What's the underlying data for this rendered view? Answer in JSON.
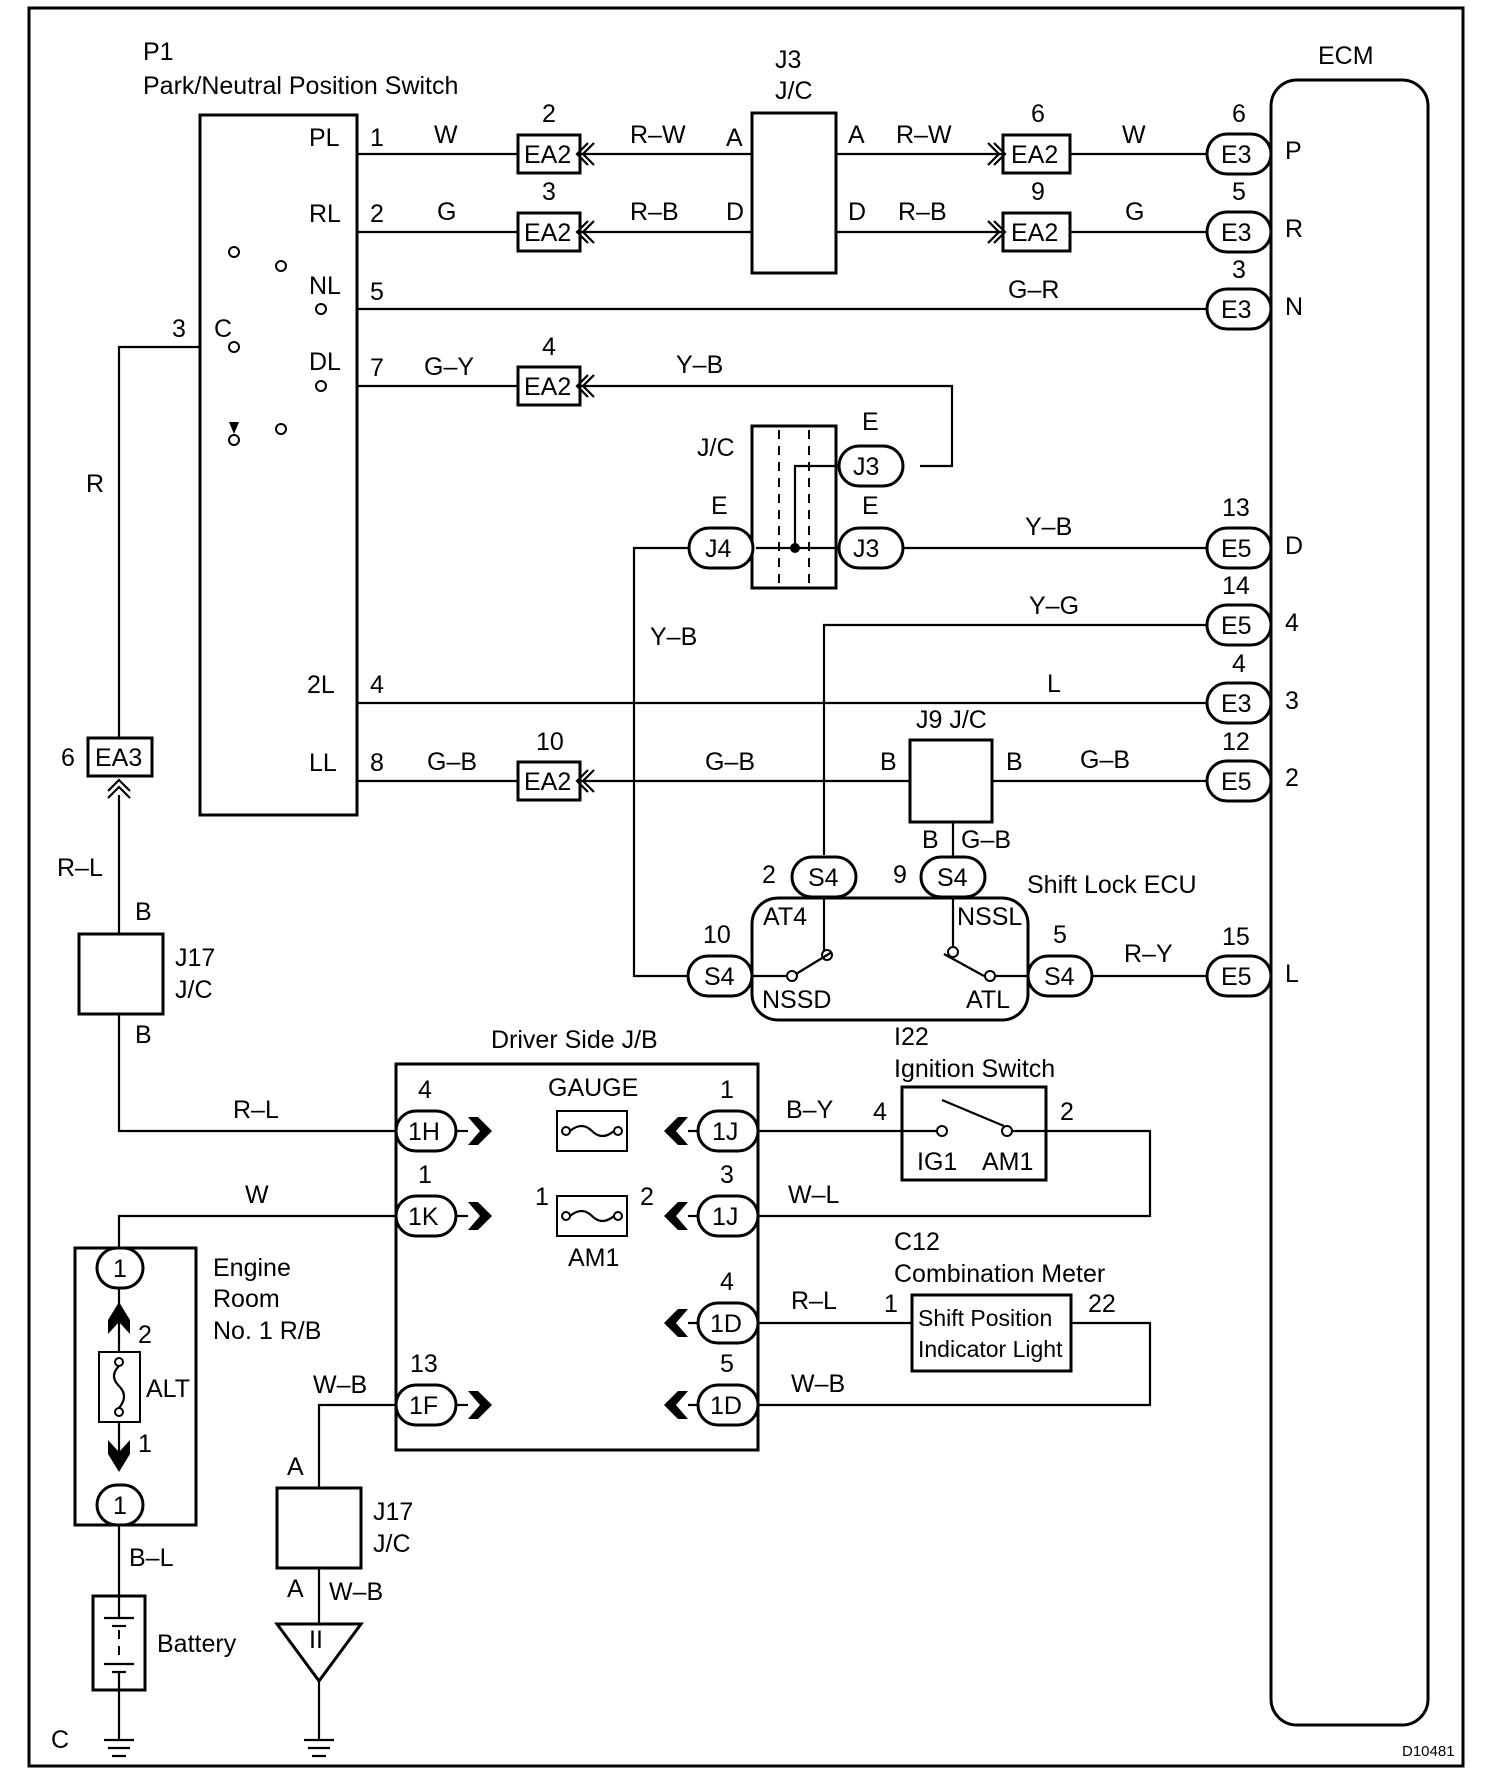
{
  "components": {
    "pnp_switch": {
      "code": "P1",
      "name": "Park/Neutral Position Switch"
    },
    "ecm": {
      "name": "ECM"
    },
    "j3_jc": {
      "code": "J3",
      "name": "J/C"
    },
    "jc_mid": {
      "name": "J/C"
    },
    "j9_jc": {
      "name": "J9 J/C"
    },
    "j17_upper": {
      "code": "J17",
      "name": "J/C"
    },
    "j17_lower": {
      "code": "J17",
      "name": "J/C"
    },
    "shift_lock_ecu": {
      "name": "Shift Lock ECU"
    },
    "driver_jb": {
      "name": "Driver Side J/B"
    },
    "ignition_switch": {
      "code": "I22",
      "name": "Ignition Switch",
      "ig1": "IG1",
      "am1": "AM1"
    },
    "combination_meter": {
      "code": "C12",
      "name": "Combination Meter",
      "line1": "Shift Position",
      "line2": "Indicator Light"
    },
    "engine_room_rb": {
      "line1": "Engine",
      "line2": "Room",
      "line3": "No. 1 R/B"
    },
    "battery": {
      "name": "Battery"
    },
    "fuse_gauge": {
      "name": "GAUGE"
    },
    "fuse_am1": {
      "name": "AM1"
    },
    "fuse_alt": {
      "name": "ALT"
    },
    "ground_symbol": {
      "name": "II"
    },
    "corner_c": "C",
    "diagram_id": "D10481"
  },
  "switch_pins": {
    "pl": {
      "label": "PL",
      "pin": "1"
    },
    "rl": {
      "label": "RL",
      "pin": "2"
    },
    "nl": {
      "label": "NL",
      "pin": "5"
    },
    "c": {
      "label": "C",
      "pin": "3"
    },
    "dl": {
      "label": "DL",
      "pin": "7"
    },
    "l2": {
      "label": "2L",
      "pin": "4"
    },
    "ll": {
      "label": "LL",
      "pin": "8"
    }
  },
  "wire_colors": {
    "pl_w": "W",
    "pl_rw": "R–W",
    "pl_rw2": "R–W",
    "pl_w2": "W",
    "rl_g": "G",
    "rl_rb": "R–B",
    "rl_rb2": "R–B",
    "rl_g2": "G",
    "nl_gr": "G–R",
    "dl_gy": "G–Y",
    "dl_yb": "Y–B",
    "d_yb": "Y–B",
    "yb_vert": "Y–B",
    "yg": "Y–G",
    "l2_l": "L",
    "ll_gb": "G–B",
    "ll_gb2": "G–B",
    "ll_gb3": "G–B",
    "j9_gb": "G–B",
    "c_r": "R",
    "rl_up": "R–L",
    "ry": "R–Y",
    "jb_rl": "R–L",
    "jb_w": "W",
    "by": "B–Y",
    "wl": "W–L",
    "rl_meter": "R–L",
    "wb": "W–B",
    "wb2": "W–B",
    "wb3": "W–B",
    "bl": "B–L"
  },
  "connectors": {
    "ea2_pl": {
      "code": "EA2",
      "pin": "2"
    },
    "ea2_rl": {
      "code": "EA2",
      "pin": "3"
    },
    "ea2_dl": {
      "code": "EA2",
      "pin": "4"
    },
    "ea2_ll": {
      "code": "EA2",
      "pin": "10"
    },
    "ea2_p": {
      "code": "EA2",
      "pin": "6"
    },
    "ea2_r": {
      "code": "EA2",
      "pin": "9"
    },
    "ea3": {
      "code": "EA3",
      "pin": "6"
    },
    "e3_p": {
      "code": "E3",
      "pin": "6",
      "terminal": "P"
    },
    "e3_r": {
      "code": "E3",
      "pin": "5",
      "terminal": "R"
    },
    "e3_n": {
      "code": "E3",
      "pin": "3",
      "terminal": "N"
    },
    "e5_d": {
      "code": "E5",
      "pin": "13",
      "terminal": "D"
    },
    "e5_4": {
      "code": "E5",
      "pin": "14",
      "terminal": "4"
    },
    "e3_3": {
      "code": "E3",
      "pin": "4",
      "terminal": "3"
    },
    "e5_2": {
      "code": "E5",
      "pin": "12",
      "terminal": "2"
    },
    "e5_l": {
      "code": "E5",
      "pin": "15",
      "terminal": "L"
    },
    "j3_top": {
      "code": "J3",
      "pin": "E"
    },
    "j3_mid": {
      "code": "J3",
      "pin": "E"
    },
    "j4": {
      "code": "J4",
      "pin": "E"
    },
    "s4_at4": {
      "code": "S4",
      "pin": "2",
      "terminal": "AT4"
    },
    "s4_nssl": {
      "code": "S4",
      "pin": "9",
      "terminal": "NSSL"
    },
    "s4_nssd": {
      "code": "S4",
      "pin": "10",
      "terminal": "NSSD"
    },
    "s4_atl": {
      "code": "S4",
      "pin": "5",
      "terminal": "ATL"
    },
    "c1h": {
      "code": "1H",
      "pin": "4"
    },
    "c1j_top": {
      "code": "1J",
      "pin": "1"
    },
    "c1k": {
      "code": "1K",
      "pin": "1"
    },
    "c1j_mid": {
      "code": "1J",
      "pin": "3"
    },
    "c1d_top": {
      "code": "1D",
      "pin": "4"
    },
    "c1f": {
      "code": "1F",
      "pin": "13"
    },
    "c1d_bot": {
      "code": "1D",
      "pin": "5"
    },
    "rb_top": {
      "code": "1"
    },
    "rb_bot": {
      "code": "1"
    }
  },
  "jc_pins": {
    "j3_a_l": "A",
    "j3_a_r": "A",
    "j3_d_l": "D",
    "j3_d_r": "D",
    "j9_b_l": "B",
    "j9_b_r": "B",
    "j9_b_b": "B",
    "j17u_top": "B",
    "j17u_bot": "B",
    "j17l_top": "A",
    "j17l_bot": "A"
  },
  "pin_numbers": {
    "ign_4": "4",
    "ign_2": "2",
    "meter_1": "1",
    "meter_22": "22",
    "am1_1": "1",
    "am1_2": "2",
    "alt_2": "2",
    "alt_1": "1"
  }
}
